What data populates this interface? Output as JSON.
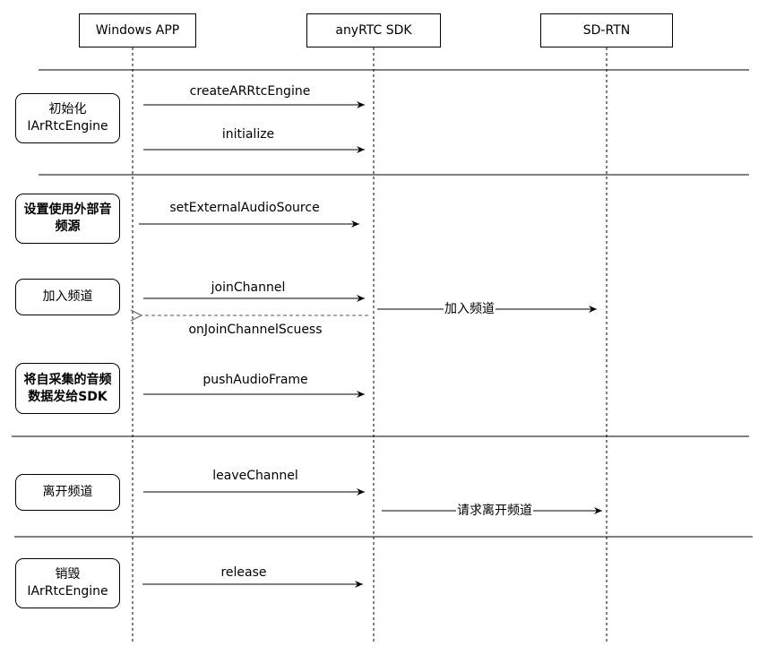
{
  "lanes": [
    "Windows APP",
    "anyRTC SDK",
    "SD-RTN"
  ],
  "steps": [
    {
      "label": "初始化\nIArRtcEngine",
      "bold": false
    },
    {
      "label": "设置使用外部音\n频源",
      "bold": true
    },
    {
      "label": "加入频道",
      "bold": false
    },
    {
      "label": "将自采集的音频\n数据发给SDK",
      "bold": true
    },
    {
      "label": "离开频道",
      "bold": false
    },
    {
      "label": "销毁\nIArRtcEngine",
      "bold": false
    }
  ],
  "messages": [
    {
      "text": "createARRtcEngine",
      "from": "Windows APP",
      "to": "anyRTC SDK",
      "style": "solid"
    },
    {
      "text": "initialize",
      "from": "Windows APP",
      "to": "anyRTC SDK",
      "style": "solid"
    },
    {
      "text": "setExternalAudioSource",
      "from": "Windows APP",
      "to": "anyRTC SDK",
      "style": "solid"
    },
    {
      "text": "joinChannel",
      "from": "Windows APP",
      "to": "anyRTC SDK",
      "style": "solid"
    },
    {
      "text": "onJoinChannelScuess",
      "from": "anyRTC SDK",
      "to": "Windows APP",
      "style": "dashed"
    },
    {
      "text": "加入频道",
      "from": "anyRTC SDK",
      "to": "SD-RTN",
      "style": "solid"
    },
    {
      "text": "pushAudioFrame",
      "from": "Windows APP",
      "to": "anyRTC SDK",
      "style": "solid"
    },
    {
      "text": "leaveChannel",
      "from": "Windows APP",
      "to": "anyRTC SDK",
      "style": "solid"
    },
    {
      "text": "请求离开频道",
      "from": "anyRTC SDK",
      "to": "SD-RTN",
      "style": "solid"
    },
    {
      "text": "release",
      "from": "Windows APP",
      "to": "anyRTC SDK",
      "style": "solid"
    }
  ],
  "colors": {
    "line": "#000000",
    "dashed_return": "#555555",
    "background": "#ffffff"
  }
}
